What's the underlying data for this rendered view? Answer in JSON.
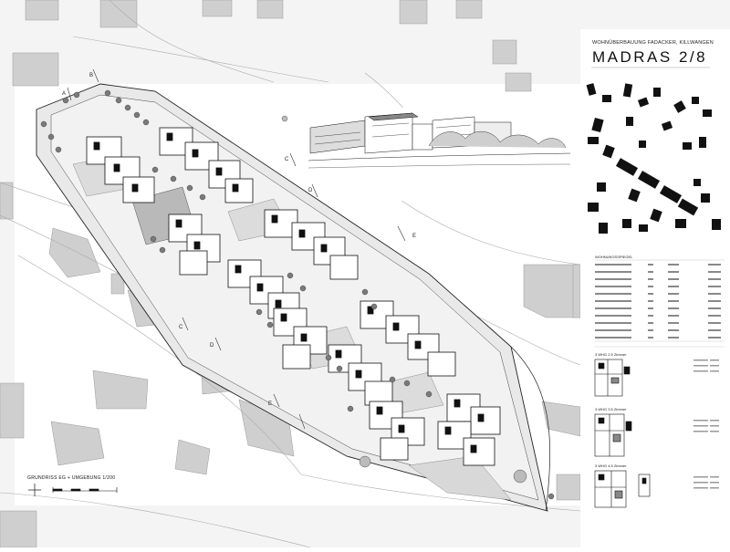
{
  "header": {
    "subtitle": "WOHNÜBERBAUUNG FADACKER, KILLWANGEN",
    "title": "MADRAS  2/8"
  },
  "plan": {
    "caption": "GRUNDRISS EG + UMGEBUNG 1/200"
  },
  "section_labels": [
    "A",
    "B",
    "C",
    "D",
    "E"
  ],
  "sidebar": {
    "table_title": "WOHNUNGSSPIEGEL",
    "unit_types": [
      {
        "label": "3 WHG 2.5 Zimmer"
      },
      {
        "label": "3 WHG 3.5 Zimmer"
      },
      {
        "label": "3 WHG 4.5 Zimmer"
      }
    ]
  },
  "colors": {
    "line": "#222222",
    "fill_light": "#e6e6e6",
    "fill_mid": "#cfcfcf",
    "fill_dark": "#9a9a9a",
    "building": "#111111"
  },
  "icons": {
    "trees": "tree-icon",
    "north_arrow": "north-arrow-icon"
  }
}
